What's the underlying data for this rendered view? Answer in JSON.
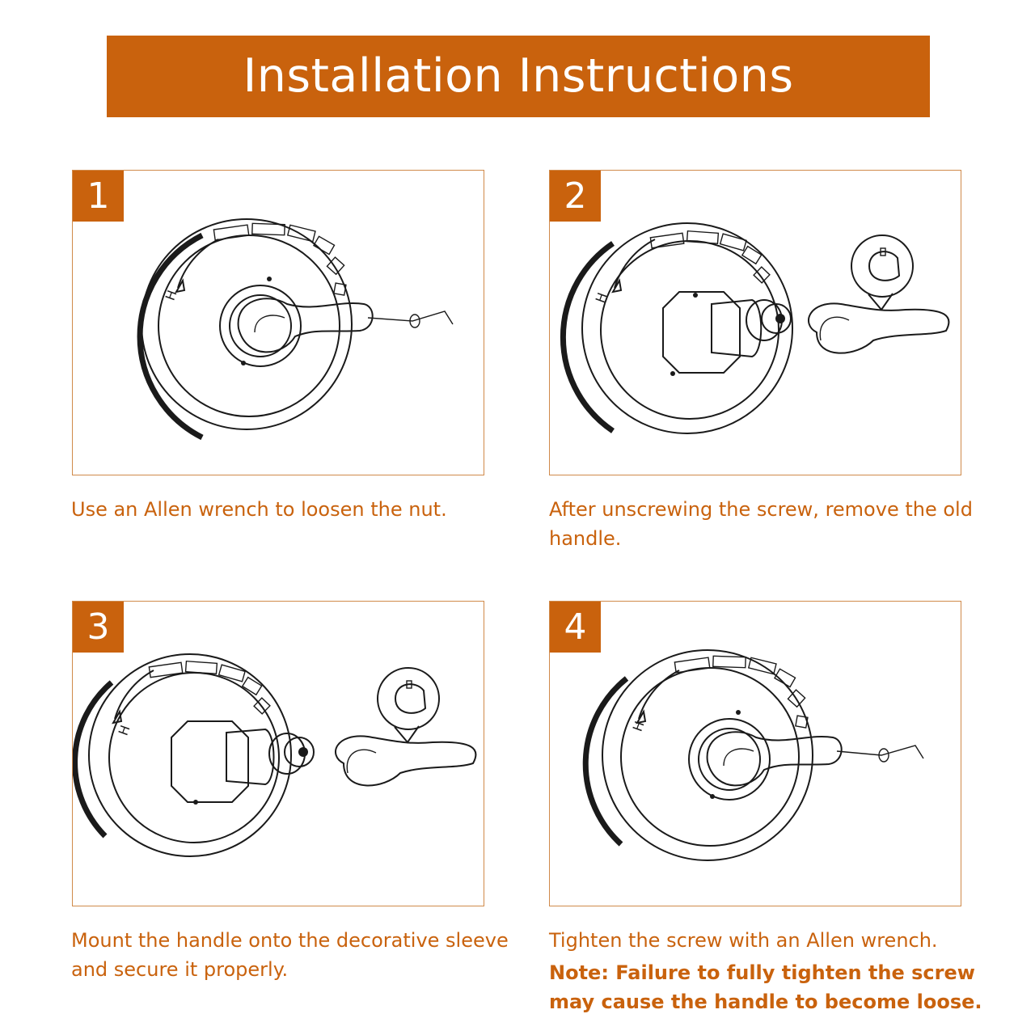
{
  "title": "Installation Instructions",
  "steps": [
    {
      "number": "1",
      "caption": "Use an Allen wrench to loosen the nut."
    },
    {
      "number": "2",
      "caption": "After unscrewing the screw, remove the old handle."
    },
    {
      "number": "3",
      "caption": "Mount the handle onto the decorative sleeve and secure it properly."
    },
    {
      "number": "4",
      "caption": "Tighten the screw with an Allen wrench.",
      "note": "Note: Failure to fully tighten the screw may cause the handle to become loose."
    }
  ],
  "dial_label": "H",
  "colors": {
    "accent": "#c9620d",
    "border": "#d08a4a",
    "line": "#1a1a1a"
  }
}
